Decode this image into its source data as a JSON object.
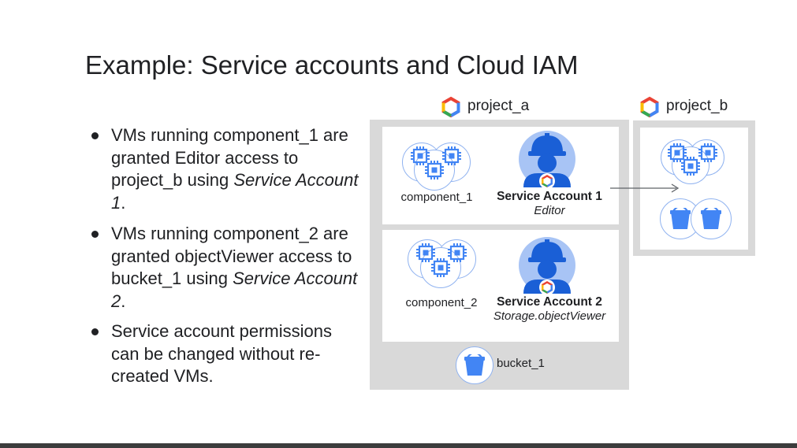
{
  "title": "Example: Service accounts and Cloud IAM",
  "bullets": {
    "b1": {
      "a": "VMs running component_1 are granted Editor access to project_b using ",
      "b": "Service Account 1",
      "c": "."
    },
    "b2": {
      "a": "VMs running component_2 are granted objectViewer access to bucket_1 using ",
      "b": "Service Account 2",
      "c": "."
    },
    "b3": {
      "a": "Service account permissions can be changed without re-created VMs."
    }
  },
  "diagram": {
    "project_a": "project_a",
    "project_b": "project_b",
    "component_1": "component_1",
    "component_2": "component_2",
    "sa1": {
      "name": "Service Account 1",
      "role": "Editor"
    },
    "sa2": {
      "name": "Service Account 2",
      "role": "Storage.objectViewer"
    },
    "bucket": "bucket_1"
  },
  "colors": {
    "accent_blue": "#4285f4",
    "light_blue": "#8fb2f0",
    "panel_gray": "#d9d9d9",
    "text": "#202124"
  },
  "icons": [
    "gcp-logo-icon",
    "compute-chip-icon",
    "service-account-icon",
    "bucket-icon",
    "arrow-icon"
  ]
}
